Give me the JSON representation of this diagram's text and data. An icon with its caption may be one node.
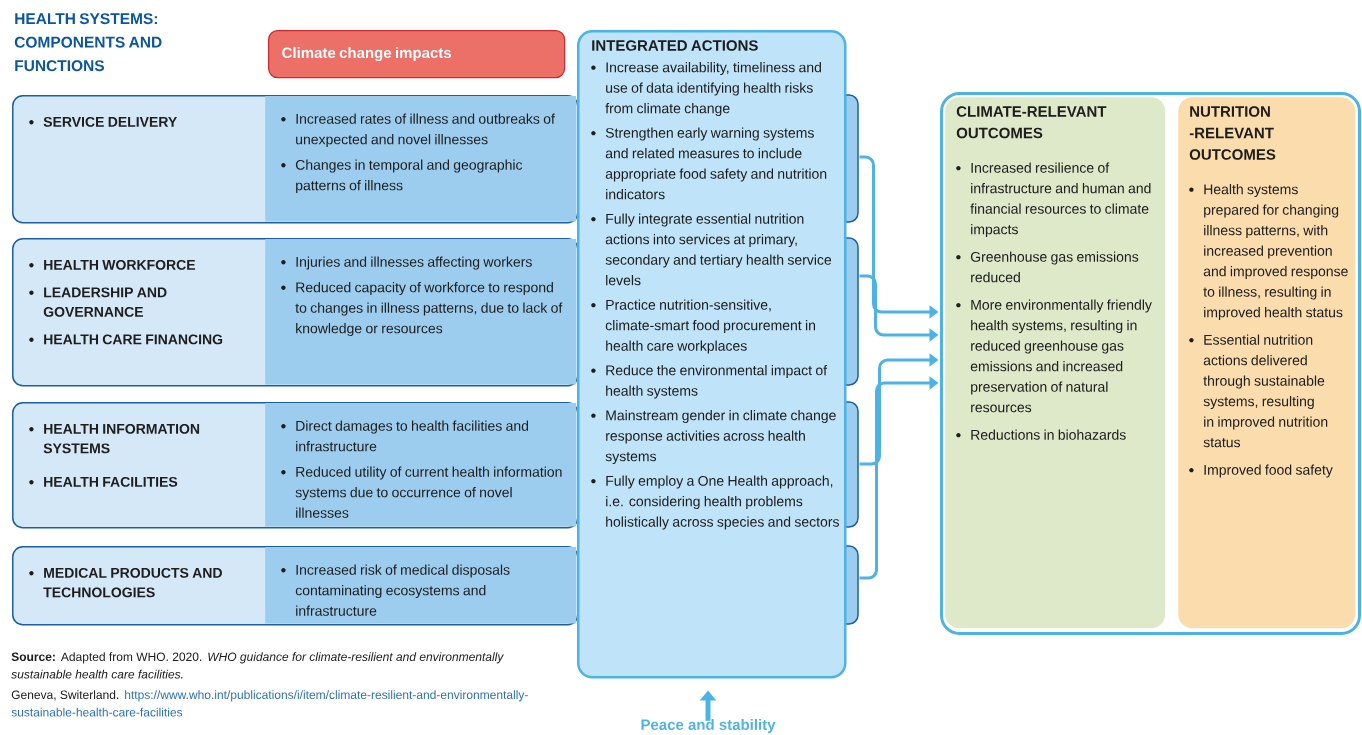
{
  "diagram": {
    "nodes": [
      {
        "text": [
          "Climate change impacts"
        ]
      },
      {
        "text": [
          "SERVICE DELIVERY"
        ]
      },
      {
        "text": [
          "Increased rates of illness and outbreaks of unexpected and novel illnesses",
          "Changes in temporal and geographic patterns of illness"
        ],
        "in": 1
      },
      {
        "text": [
          "HEALTH WORKFORCE",
          "LEADERSHIP AND GOVERNANCE",
          "HEALTH CARE FINANCING"
        ]
      },
      {
        "text": [
          "Injuries and illnesses affecting workers",
          "Reduced capacity of workforce to respond to changes in illness patterns, due to lack of knowledge or resources"
        ],
        "in": 3
      },
      {
        "text": [
          "HEALTH INFORMATION SYSTEMS",
          "HEALTH FACILITIES"
        ]
      },
      {
        "text": [
          "Direct damages to health facilities and infrastructure",
          "Reduced utility of current health information systems due to occurrence of novel illnesses"
        ],
        "in": 5
      },
      {
        "text": [
          "MEDICAL PRODUCTS AND TECHNOLOGIES"
        ]
      },
      {
        "text": [
          "Increased risk of medical disposals contaminating ecosystems and infrastructure"
        ],
        "in": 7
      },
      {
        "text": [
          "INTEGRATED ACTIONS",
          "Increase availability, timeliness and use of data identifying health risks from climate change",
          "Strengthen early warning systems and related measures to include appropriate food safety and nutrition indicators",
          "Fully integrate essential nutrition actions into services at primary, secondary and tertiary health service levels",
          "Practice nutrition-sensitive, climate-smart food procurement in health care workplaces",
          "Reduce the environmental impact of health systems",
          "Mainstream gender in climate change response activities across health systems",
          "Fully employ a One Health approach, i.e. considering health problems holistically across species and sectors"
        ]
      },
      {
        "text": [],
        "shape": "box"
      },
      {
        "text": [
          "CLIMATE-RELEVANT OUTCOMES",
          "Increased resilience of infrastructure and human and financial resources to climate impacts",
          "Greenhouse gas emissions reduced",
          "More environmentally friendly health systems, resulting in reduced greenhouse gas emissions and increased preservation of natural resources",
          "Reductions in biohazards"
        ],
        "in": 10
      },
      {
        "text": [
          "NUTRITION -RELEVANT OUTCOMES",
          "Health systems prepared for changing illness patterns, with increased prevention and improved response to illness, resulting in improved health status",
          "Essential nutrition actions delivered through sustainable systems, resulting in improved nutrition status",
          "Improved food safety"
        ],
        "in": 10
      },
      {
        "text": [
          "Peace and stability"
        ]
      }
    ],
    "edges": [
      {
        "from": 1,
        "to": 10,
        "arrow": "to"
      },
      {
        "from": 3,
        "to": 10,
        "arrow": "to"
      },
      {
        "from": 5,
        "to": 10,
        "arrow": "to"
      },
      {
        "from": 7,
        "to": 10,
        "arrow": "to"
      },
      {
        "from": 13,
        "to": 9,
        "arrow": "to"
      }
    ],
    "labels": [
      "HEALTH SYSTEMS: COMPONENTS AND FUNCTIONS",
      "**Source:** Adapted from WHO. 2020. *WHO guidance for climate-resilient and environmentally sustainable health care facilities.*",
      "Geneva, Switerland.",
      "https://www.who.int/publications/i/item/climate-resilient-and-environmentally-sustainable-health-care-facilities"
    ]
  }
}
